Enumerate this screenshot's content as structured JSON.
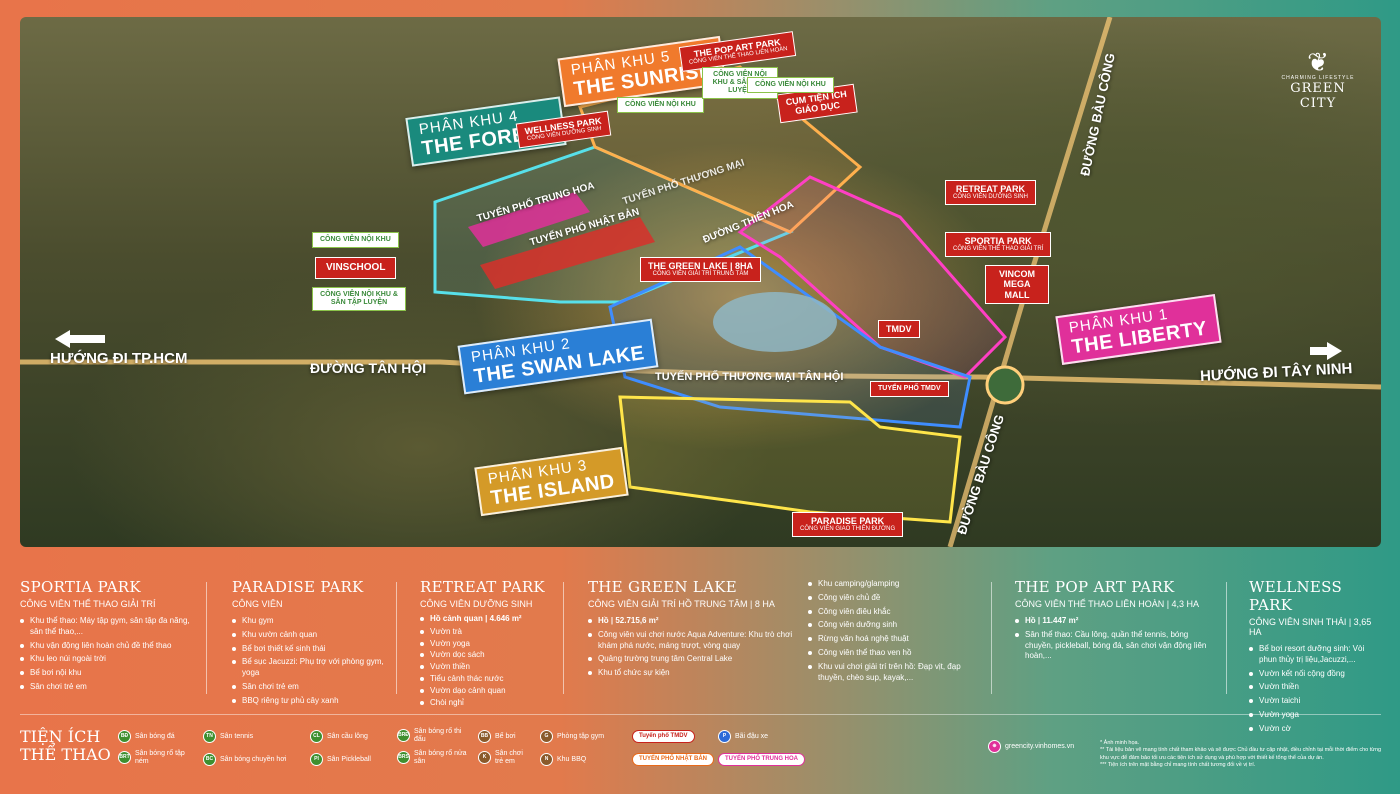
{
  "logo": {
    "top": "CHARMING LIFESTYLE",
    "brand": "GREEN CITY"
  },
  "zones": {
    "z4": {
      "a": "PHÂN KHU 4",
      "b": "THE FOREST"
    },
    "z5": {
      "a": "PHÂN KHU 5",
      "b": "THE SUNRISE"
    },
    "z2": {
      "a": "PHÂN KHU 2",
      "b": "THE SWAN LAKE"
    },
    "z3": {
      "a": "PHÂN KHU 3",
      "b": "THE ISLAND"
    },
    "z1": {
      "a": "PHÂN KHU 1",
      "b": "THE LIBERTY"
    }
  },
  "tags": {
    "popart": {
      "t": "THE POP ART PARK",
      "s": "CÔNG VIÊN THỂ THAO LIÊN HOÀN"
    },
    "wellness": {
      "t": "WELLNESS PARK",
      "s": "CÔNG VIÊN DƯỠNG SINH"
    },
    "cumtienich": {
      "t": "CỤM TIỆN ÍCH GIÁO DỤC"
    },
    "retreat": {
      "t": "RETREAT PARK",
      "s": "CÔNG VIÊN DƯỠNG SINH"
    },
    "sportia": {
      "t": "SPORTIA PARK",
      "s": "CÔNG VIÊN THỂ THAO GIẢI TRÍ"
    },
    "vincom": {
      "t": "VINCOM MEGA MALL"
    },
    "greenlake": {
      "t": "THE GREEN LAKE | 8HA",
      "s": "CÔNG VIÊN GIẢI TRÍ TRUNG TÂM"
    },
    "vinschool": {
      "t": "VINSCHOOL"
    },
    "tmdv": {
      "t": "TMDV"
    },
    "tuyenphotmdv": {
      "t": "TUYẾN PHỐ TMDV"
    },
    "paradise": {
      "t": "PARADISE PARK",
      "s": "CÔNG VIÊN GIAO THIÊN ĐƯỜNG"
    },
    "cvnk1": {
      "t": "CÔNG VIÊN NỘI KHU"
    },
    "cvnk2": {
      "t": "CÔNG VIÊN NỘI KHU & SÂN TẬP LUYỆN"
    },
    "cvnk3": {
      "t": "CÔNG VIÊN NỘI KHU"
    },
    "cvnk4": {
      "t": "CÔNG VIÊN NỘI KHU & SÂN TẬP LUYỆN"
    },
    "cvnk5": {
      "t": "CÔNG VIÊN NỘI KHU"
    }
  },
  "roads": {
    "hcm": "HƯỚNG ĐI TP.HCM",
    "tanhoi": "ĐƯỜNG TÂN HỘI",
    "tayninh": "HƯỚNG ĐI TÂY NINH",
    "baucong1": "ĐƯỜNG BÀU CÔNG",
    "baucong2": "ĐƯỜNG BÀU CÔNG",
    "tpthuongmai": "TUYẾN PHỐ THƯƠNG MẠI TÂN HỘI",
    "tptrunghoa": "TUYẾN PHỐ TRUNG HOA",
    "tpnhatban": "TUYẾN PHỐ NHẬT BẢN",
    "tpthuongmai2": "TUYẾN PHỐ THƯƠNG MẠI",
    "duongthienhoa": "ĐƯỜNG THIÊN HOA"
  },
  "columns": [
    {
      "title": "SPORTIA PARK",
      "sub": "CÔNG VIÊN THỂ THAO GIẢI TRÍ",
      "items": [
        "Khu thể thao: Máy tập gym, sân tập đa năng, sân thể thao,...",
        "Khu vận động liên hoàn chủ đề thể thao",
        "Khu leo núi ngoài trời",
        "Bể bơi nội khu",
        "Sân chơi trẻ em"
      ]
    },
    {
      "title": "PARADISE PARK",
      "sub": "CÔNG VIÊN",
      "items": [
        "Khu gym",
        "Khu vườn cảnh quan",
        "Bể bơi thiết kế sinh thái",
        "Bể sục Jacuzzi: Phụ trợ với phòng gym, yoga",
        "Sân chơi trẻ em",
        "BBQ riêng tư phủ cây xanh"
      ]
    },
    {
      "title": "RETREAT PARK",
      "sub": "CÔNG VIÊN DƯỠNG SINH",
      "items": [
        "Hồ cảnh quan | 4.646 m²",
        "Vườn trà",
        "Vườn yoga",
        "Vườn dọc sách",
        "Vườn thiền",
        "Tiểu cảnh thác nước",
        "Vườn dạo cảnh quan",
        "Chòi nghỉ"
      ]
    },
    {
      "title": "THE GREEN LAKE",
      "sub": "CÔNG VIÊN GIẢI TRÍ HỒ TRUNG TÂM | 8 HA",
      "items": [
        "Hồ | 52.715,6 m²",
        "Công viên vui chơi nước Aqua Adventure: Khu trò chơi khám phá nước, máng trượt, vòng quay",
        "Quảng trường trung tâm Central Lake",
        "Khu tổ chức sự kiện"
      ]
    },
    {
      "title": "",
      "sub": "",
      "items": [
        "Khu camping/glamping",
        "Công viên chủ đề",
        "Công viên điêu khắc",
        "Công viên dưỡng sinh",
        "Rừng văn hoá nghệ thuật",
        "Công viên thể thao ven hồ",
        "Khu vui chơi giải trí trên hồ: Đạp vịt, đạp thuyền, chèo sup, kayak,..."
      ]
    },
    {
      "title": "THE POP ART PARK",
      "sub": "CÔNG VIÊN THỂ THAO LIÊN HOÀN | 4,3 HA",
      "items": [
        "Hồ | 11.447 m²",
        "Sân thể thao: Cầu lông, quần thể tennis, bóng chuyền, pickleball, bóng đá, sân chơi vận động liên hoàn,..."
      ]
    },
    {
      "title": "WELLNESS PARK",
      "sub": "CÔNG VIÊN SINH THÁI | 3,65 HA",
      "items": [
        "Bể bơi resort dưỡng sinh: Vòi phun thủy trị liệu,Jacuzzi,...",
        "Vườn kết nối cộng đồng",
        "Vườn thiền",
        "Vườn taichi",
        "Vườn yoga",
        "Vườn cờ"
      ]
    }
  ],
  "legend": {
    "title1": "TIỆN ÍCH",
    "title2": "THỂ THAO",
    "items": [
      {
        "code": "BĐ",
        "label": "Sân bóng đá"
      },
      {
        "code": "BRT",
        "label": "Sân bóng rổ tập ném"
      },
      {
        "code": "TN",
        "label": "Sân tennis"
      },
      {
        "code": "BC",
        "label": "Sân bóng chuyền hơi"
      },
      {
        "code": "CL",
        "label": "Sân cầu lông"
      },
      {
        "code": "PI",
        "label": "Sân Pickleball"
      },
      {
        "code": "BRĐ",
        "label": "Sân bóng rổ thi đấu"
      },
      {
        "code": "BRS",
        "label": "Sân bóng rổ nửa sân"
      },
      {
        "code": "BB",
        "label": "Bể bơi"
      },
      {
        "code": "K",
        "label": "Sân chơi trẻ em"
      },
      {
        "code": "G",
        "label": "Phòng tập gym"
      },
      {
        "code": "N",
        "label": "Khu BBQ"
      }
    ],
    "pills": [
      "Tuyến phố TMDV",
      "TUYẾN PHỐ NHẬT BẢN",
      "TUYẾN PHỐ TRUNG HOA"
    ],
    "parking": {
      "code": "P",
      "label": "Bãi đậu xe"
    },
    "website": "greencity.vinhomes.vn",
    "notes": [
      "* Ảnh minh họa.",
      "** Tài liệu bản vẽ mang tính chất tham khảo và sẽ được Chủ đầu tư cập nhật, điều chỉnh tại mỗi thời điểm cho từng khu vực để đảm bảo tối ưu các tiện ích sử dụng và phù hợp với thiết kế tổng thể của dự án.",
      "*** Tiện ích trên mặt bằng chỉ mang tính chất tương đối về vị trí."
    ]
  },
  "colors": {
    "orange": "#e8744a",
    "teal": "#2f9a86",
    "red": "#c8221c"
  }
}
